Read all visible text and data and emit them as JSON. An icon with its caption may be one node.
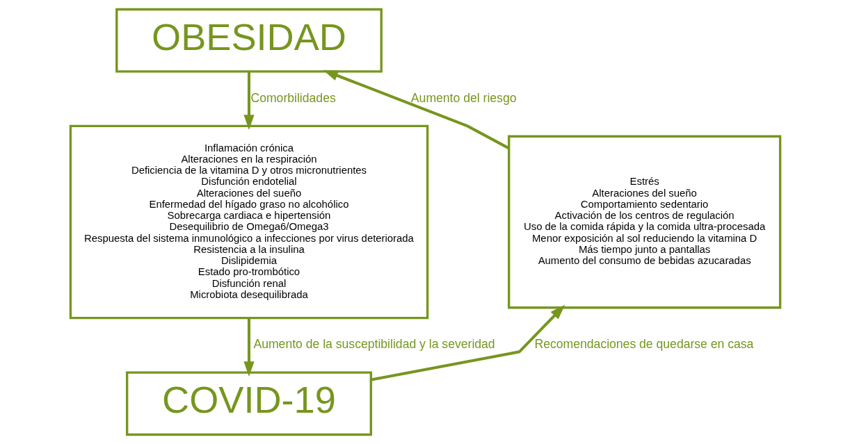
{
  "diagram": {
    "nodes": [
      {
        "text": [
          "OBESIDAD"
        ]
      },
      {
        "text": [
          "Inflamación crónica",
          "Alteraciones en la respiración",
          "Deficiencia de la vitamina D y otros micronutrientes",
          "Disfunción endotelial",
          "Alteraciones del sueño",
          "Enfermedad del hígado graso no alcohólico",
          "Sobrecarga cardiaca e hipertensión",
          "Desequilibrio de Omega6/Omega3",
          "Respuesta del sistema inmunológico a infecciones por virus deteriorada",
          "Resistencia a la insulina",
          "Dislipidemia",
          "Estado pro-trombótico",
          "Disfunción renal",
          "Microbiota desequilibrada"
        ]
      },
      {
        "text": [
          "Estrés",
          "Alteraciones del sueño",
          "Comportamiento sedentario",
          "Activación de los centros de regulación",
          "Uso de la comida rápida y la comida ultra-procesada",
          "Menor exposición al sol reduciendo la vitamina D",
          "Más tiempo junto a pantallas",
          "Aumento del consumo de bebidas azucaradas"
        ]
      },
      {
        "text": [
          "COVID-19"
        ]
      }
    ],
    "edges": [
      {
        "from": 0,
        "to": 1,
        "arrow": "to",
        "label": "Comorbilidades"
      },
      {
        "from": 1,
        "to": 3,
        "arrow": "to",
        "label": "Aumento de la susceptibilidad y la severidad"
      },
      {
        "from": 3,
        "to": 2,
        "arrow": "to",
        "label": "Recomendaciones de quedarse en casa"
      },
      {
        "from": 2,
        "to": 0,
        "arrow": "to",
        "label": "Aumento del riesgo"
      }
    ]
  }
}
